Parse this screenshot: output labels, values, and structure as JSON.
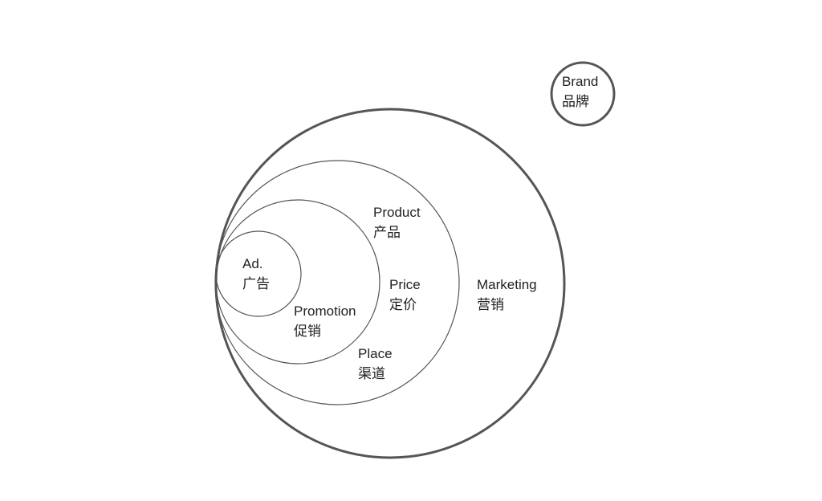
{
  "nodes": {
    "brand": {
      "en": "Brand",
      "zh": "品牌"
    },
    "marketing": {
      "en": "Marketing",
      "zh": "营销"
    },
    "product": {
      "en": "Product",
      "zh": "产品"
    },
    "price": {
      "en": "Price",
      "zh": "定价"
    },
    "place": {
      "en": "Place",
      "zh": "渠道"
    },
    "promotion": {
      "en": "Promotion",
      "zh": "促销"
    },
    "ad": {
      "en": "Ad.",
      "zh": "广告"
    }
  },
  "colors": {
    "stroke": "#555555",
    "text": "#222222"
  }
}
